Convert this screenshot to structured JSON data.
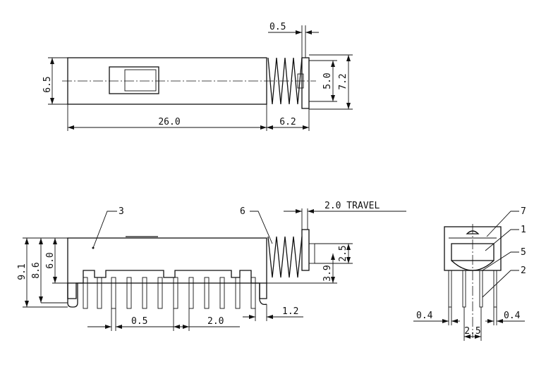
{
  "top_view": {
    "dims": {
      "spring_gap": "0.5",
      "body_height": "6.5",
      "knob_inner": "5.0",
      "overall_height": "7.2",
      "body_length": "26.0",
      "spring_length": "6.2"
    }
  },
  "side_view": {
    "dims": {
      "travel": "2.0 TRAVEL",
      "total_height": "9.1",
      "body_height": "8.6",
      "mount_height": "6.0",
      "actuator_height": "2.5",
      "actuator_offset": "3.9",
      "pin_pitch": "0.5",
      "group_pitch": "2.0",
      "end_offset": "1.2"
    },
    "callouts": {
      "body": "3",
      "spring": "6"
    }
  },
  "end_view": {
    "dims": {
      "left_clearance": "0.4",
      "right_clearance": "0.4",
      "pin_spacing": "2.5"
    },
    "callouts": {
      "top": "7",
      "slider": "1",
      "base": "5",
      "pin": "2"
    }
  }
}
